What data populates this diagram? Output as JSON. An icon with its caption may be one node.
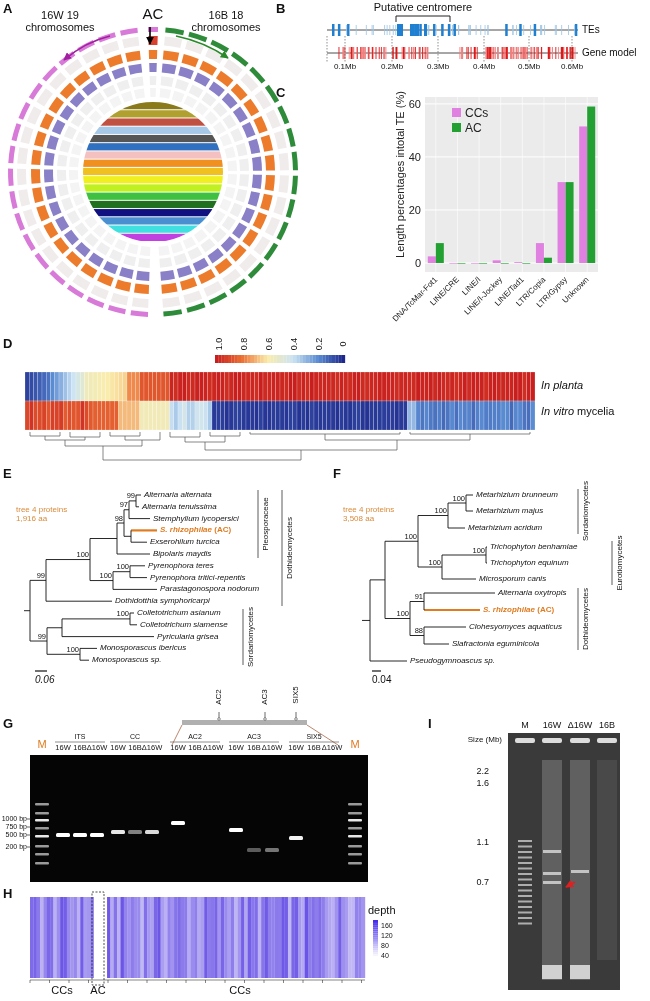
{
  "diagram": {
    "labels": [
      "A",
      "16W 19 chromosomes",
      "AC",
      "16B 18 chromosomes",
      "B",
      "Putative centromere",
      "TEs",
      "Gene model",
      "0.1Mb",
      "0.2Mb",
      "0.3Mb",
      "0.4Mb",
      "0.5Mb",
      "0.6Mb",
      "C",
      "D",
      "1.0",
      "0.8",
      "0.6",
      "0.4",
      "0.2",
      "0",
      "In planta",
      "*In vitro* mycelia",
      "E",
      "tree 4 proteins 1,916 aa",
      "Alternaria alternata",
      "Alternaria tenuissima",
      "Stemphylium lycopersici",
      "*S. rhizophilae* (AC)",
      "Exserohilum turcica",
      "Bipolaris maydis",
      "Pyrenophora teres",
      "Pyrenophora tritici-repentis",
      "Parastagonospora nodorum",
      "Dothidotthia symphoricarpi",
      "Colletotrichum asianum",
      "Colletotrichum siamense",
      "Pyricularia grisea",
      "Monosporascus ibericus",
      "Monosporascus sp.",
      "99",
      "97",
      "98",
      "100",
      "100",
      "99",
      "100",
      "100",
      "99",
      "100",
      "Pleosporaceae",
      "Dothideomycetes",
      "Sordariomycetes",
      "0.06",
      "F",
      "tree 4 proteins 3,508 aa",
      "Metarhizium brunneum",
      "Metarhizium majus",
      "Metarhizium acridum",
      "Trichophyton benhamiae",
      "Trichophyton equinum",
      "Microsporum canis",
      "Alternaria oxytropis",
      "*S. rhizophilae* (AC)",
      "Clohesyomyces aquaticus",
      "Slafractonia eguminicola",
      "Pseudogymnoascus sp.",
      "100",
      "100",
      "100",
      "100",
      "100",
      "91",
      "100",
      "88",
      "Sordariomycetes",
      "Eurotiomycetes",
      "Dothideomycetes",
      "0.04",
      "G",
      "AC2",
      "AC3",
      "SIX5",
      "M",
      "ITS",
      "CC",
      "AC2",
      "AC3",
      "SIX5",
      "M",
      "16W",
      "16B",
      "Δ16W",
      "16W",
      "16B",
      "Δ16W",
      "16W",
      "16B",
      "Δ16W",
      "16W",
      "16B",
      "Δ16W",
      "16W",
      "16B",
      "Δ16W",
      "1000 bp",
      "750 bp",
      "500 bp",
      "200 bp",
      "H",
      "depth",
      "160",
      "120",
      "80",
      "40",
      "CCs",
      "AC",
      "CCs",
      "I",
      "Size (Mb)",
      "M",
      "16W",
      "Δ16W",
      "16B",
      "2.2",
      "1.6",
      "1.1",
      "0.7"
    ],
    "chart_data": {
      "type": "bar",
      "ylabel": "Length percentages intotal TE (%)",
      "categories": [
        "DNA/TcMar-Fot1",
        "LINE/CRE",
        "LINE/I",
        "LINE/I-Jockey",
        "LINE/Tad1",
        "LTR/Copia",
        "LTR/Gypsy",
        "Unknown"
      ],
      "series": [
        {
          "name": "CCs",
          "color": "#e080e0",
          "values": [
            2.5,
            0,
            0,
            1,
            0.3,
            7.5,
            30.5,
            51.5
          ]
        },
        {
          "name": "AC",
          "color": "#22a032",
          "values": [
            7.5,
            0,
            0,
            0,
            0,
            2,
            30.5,
            59
          ]
        }
      ],
      "ylim": [
        -3.4,
        62.6
      ],
      "yticks": [
        0,
        20,
        40,
        60
      ],
      "grid": true,
      "legend": "top-left"
    }
  }
}
